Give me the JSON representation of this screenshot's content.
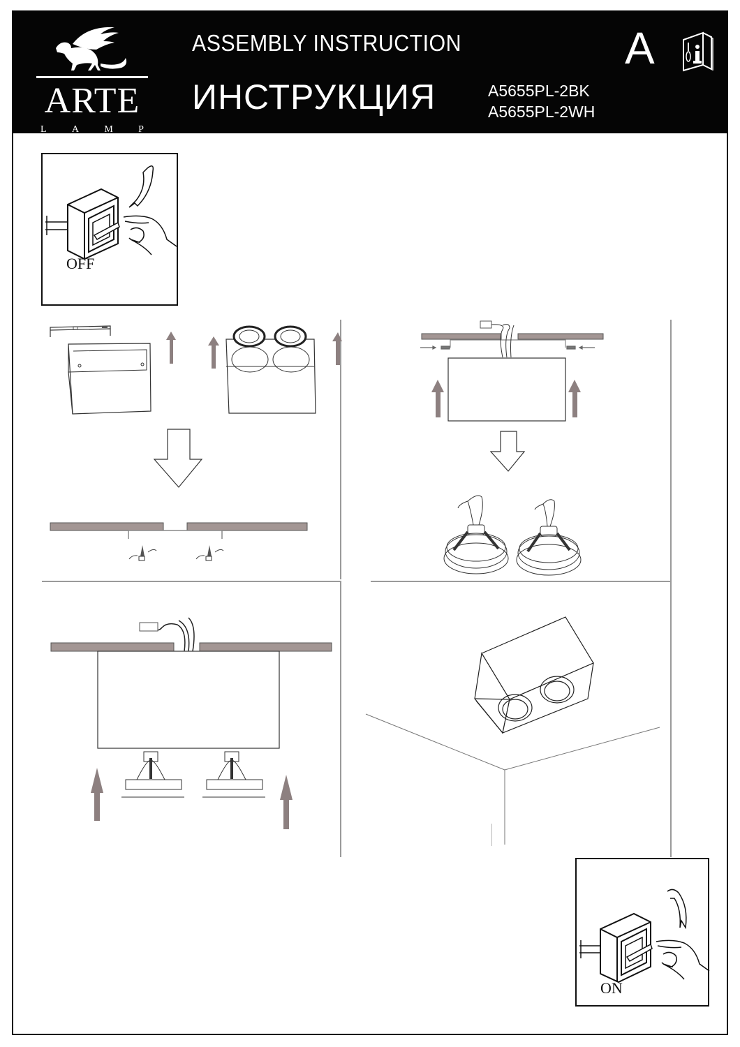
{
  "header": {
    "brand": "ARTE",
    "brand_sub": [
      "L",
      "A",
      "M",
      "P"
    ],
    "title_en": "ASSEMBLY  INSTRUCTION",
    "title_ru": "ИНСТРУКЦИЯ",
    "models": [
      "A5655PL-2BK",
      "A5655PL-2WH"
    ],
    "instruction_type": "A",
    "icons": {
      "logo": "griffin-logo-icon",
      "manual": "manual-book-icon"
    }
  },
  "steps": [
    {
      "id": "step-power-off",
      "label": "OFF",
      "icon": "wall-switch-off-icon"
    },
    {
      "id": "step-remove-bracket",
      "description": "Remove mounting bracket and lamp modules from housing, then fix bracket to ceiling with screws"
    },
    {
      "id": "step-attach-housing",
      "description": "Connect wires through bracket, push housing up and secure with side screws; prepare lamp modules"
    },
    {
      "id": "step-insert-lamps",
      "description": "Insert lamp modules into housing mounted to ceiling"
    },
    {
      "id": "step-finished",
      "description": "Installed double spotlight on ceiling"
    },
    {
      "id": "step-power-on",
      "label": "ON",
      "icon": "wall-switch-on-icon"
    }
  ],
  "colors": {
    "header_bg": "#050505",
    "ceiling": "#a39694",
    "arrow": "#8d8080",
    "divider": "#9a9a9a",
    "line": "#222222"
  }
}
